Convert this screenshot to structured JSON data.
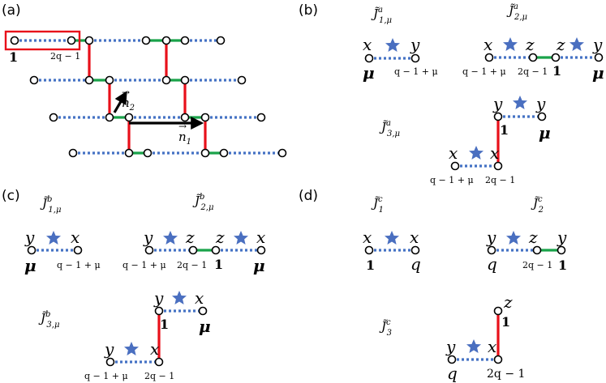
{
  "panels": {
    "a": {
      "label": "(a)",
      "site_one": "1",
      "site_two": "2q − 1",
      "vec_n1": "n",
      "vec_n1_sub": "1",
      "vec_n2": "n",
      "vec_n2_sub": "2"
    },
    "b": {
      "label": "(b)",
      "t1": "J̃",
      "t1_sup": "a",
      "t1_sub": "1,μ",
      "t2": "J̃",
      "t2_sup": "a",
      "t2_sub": "2,μ",
      "t3": "J̃",
      "t3_sup": "a",
      "t3_sub": "3,μ",
      "x": "x",
      "y": "y",
      "z": "z",
      "mu": "μ",
      "one": "1",
      "q1mu": "q − 1 + μ",
      "two_q": "2q − 1"
    },
    "c": {
      "label": "(c)",
      "t1": "J̃",
      "t1_sup": "b",
      "t1_sub": "1,μ",
      "t2": "J̃",
      "t2_sup": "b",
      "t2_sub": "2,μ",
      "t3": "J̃",
      "t3_sup": "b",
      "t3_sub": "3,μ",
      "x": "x",
      "y": "y",
      "z": "z",
      "mu": "μ",
      "one": "1",
      "q1mu": "q − 1 + μ",
      "two_q": "2q − 1"
    },
    "d": {
      "label": "(d)",
      "t1": "J̃",
      "t1_sup": "c",
      "t1_sub": "1",
      "t2": "J̃",
      "t2_sup": "c",
      "t2_sub": "2",
      "t3": "J̃",
      "t3_sup": "c",
      "t3_sub": "3",
      "x": "x",
      "y": "y",
      "z": "z",
      "q": "q",
      "one": "1",
      "two_q": "2q − 1"
    }
  },
  "colors": {
    "dotted_bond": "#4472c4",
    "green_bond": "#1aa34a",
    "red_bond": "#e8101a",
    "star": "#4a6fc0",
    "highlight_box": "#e8101a"
  },
  "icons": {
    "star": "star-icon",
    "arrow": "arrow-icon"
  }
}
